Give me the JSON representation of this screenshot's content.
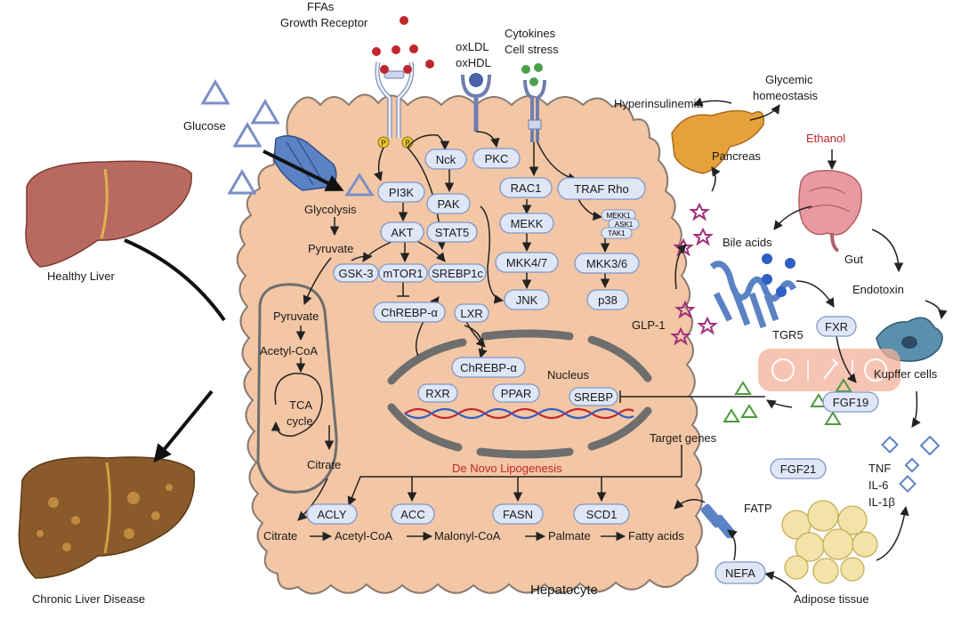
{
  "labels": {
    "ffas": "FFAs",
    "growth_receptor": "Growth Receptor",
    "oxldl": "oxLDL",
    "oxhdl": "oxHDL",
    "cytokines": "Cytokines",
    "cell_stress": "Cell stress",
    "hyperinsulinemia": "Hyperinsulinemia",
    "glycemic_1": "Glycemic",
    "glycemic_2": "homeostasis",
    "ethanol": "Ethanol",
    "pancreas": "Pancreas",
    "glucose": "Glucose",
    "glycolysis": "Glycolysis",
    "pyruvate_top": "Pyruvate",
    "pyruvate_mito": "Pyruvate",
    "acetyl_coa_mito": "Acetyl-CoA",
    "tca_1": "TCA",
    "tca_2": "cycle",
    "citrate_mito": "Citrate",
    "healthy_liver": "Healthy Liver",
    "chronic_liver": "Chronic Liver Disease",
    "bile_acids": "Bile acids",
    "gut": "Gut",
    "endotoxin": "Endotoxin",
    "tgr5": "TGR5",
    "glp1": "GLP-1",
    "kupffer": "Kupffer cells",
    "tnf": "TNF",
    "il6": "IL-6",
    "il1b": "IL-1β",
    "fatp": "FATP",
    "adipose": "Adipose tissue",
    "hepatocyte": "Hepatocyte",
    "nucleus": "Nucleus",
    "target_genes": "Target genes",
    "de_novo": "De Novo Lipogenesis",
    "mekk1": "MEKK1",
    "ask1": "ASK1",
    "tak1": "TAK1",
    "p": "P"
  },
  "nodes": {
    "pi3k": "PI3K",
    "akt": "AKT",
    "gsk3": "GSK-3",
    "mtor1": "mTOR1",
    "srebp1c": "SREBP1c",
    "chrebp": "ChREBP-α",
    "lxr": "LXR",
    "nck": "Nck",
    "pak": "PAK",
    "stat5": "STAT5",
    "pkc": "PKC",
    "rac1": "RAC1",
    "mekk": "MEKK",
    "mkk47": "MKK4/7",
    "jnk": "JNK",
    "traf_rho": "TRAF Rho",
    "mkk36": "MKK3/6",
    "p38": "p38",
    "chrebp_nuc": "ChREBP-α",
    "rxr": "RXR",
    "ppar": "PPAR",
    "srebp": "SREBP",
    "fxr": "FXR",
    "fgf19": "FGF19",
    "fgf21": "FGF21",
    "nefa": "NEFA",
    "acly": "ACLY",
    "acc": "ACC",
    "fasn": "FASN",
    "scd1": "SCD1"
  },
  "pathway": {
    "citrate": "Citrate",
    "acetyl_coa": "Acetyl-CoA",
    "malonyl_coa": "Malonyl-CoA",
    "palmate": "Palmate",
    "fatty_acids": "Fatty acids"
  },
  "colors": {
    "hepatocyte_fill": "#f3c6a5",
    "hepatocyte_stroke": "#8a7a70",
    "node_fill": "#dfe7f7",
    "node_stroke": "#7f97cc",
    "accent_red": "#c0272d",
    "liver_healthy": "#b96a60",
    "liver_disease": "#8a5a2a",
    "kupffer": "#5a8fae",
    "glucose_triangle": "#7a8fc4",
    "bile_acid_dot": "#2f5fc4",
    "glp1_star": "#a0307a",
    "fgf_triangle": "#4a9a3a"
  },
  "icons": [
    "glucose-transporter-icon",
    "growth-receptor-icon",
    "cytokine-receptor-icon",
    "oxldl-receptor-icon",
    "pancreas-icon",
    "gut-icon",
    "healthy-liver-icon",
    "diseased-liver-icon",
    "tgr5-receptor-icon",
    "kupffer-cell-icon",
    "adipose-tissue-icon",
    "fatp-transporter-icon",
    "dna-helix-icon",
    "toolbar-overlay-icon"
  ]
}
